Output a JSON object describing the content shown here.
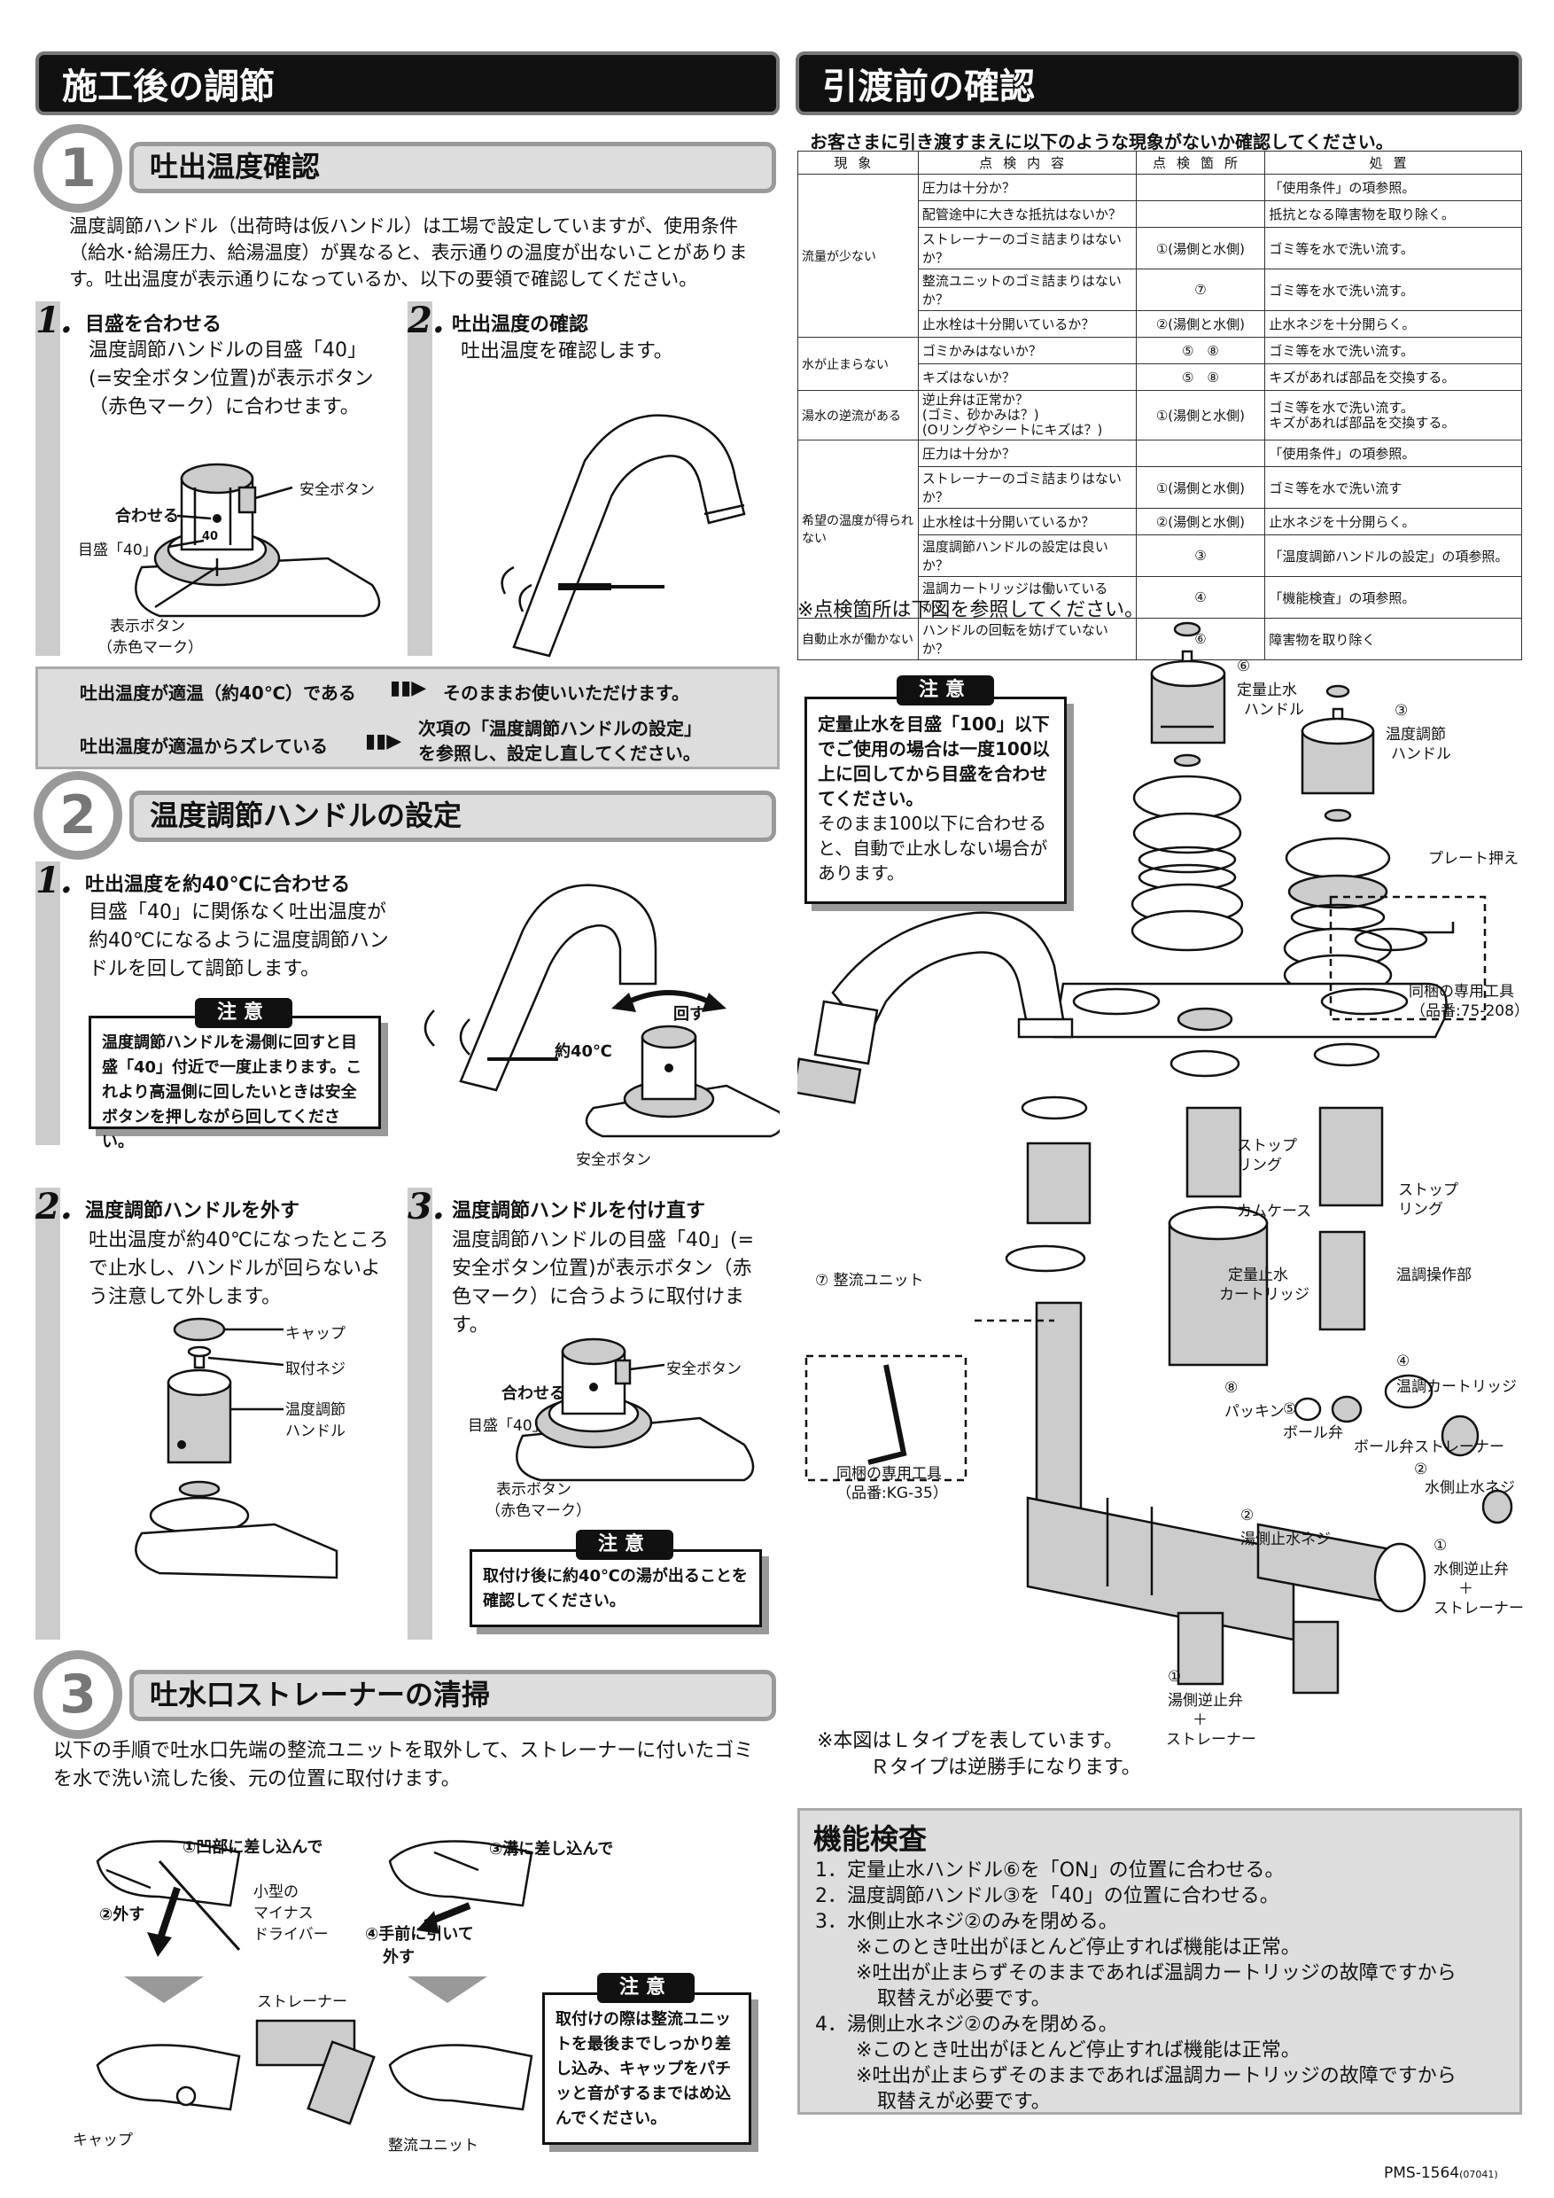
{
  "left_header": "施工後の調節",
  "right_header": "引渡前の確認",
  "sec1": {
    "num": "1",
    "title": "吐出温度確認",
    "intro": "温度調節ハンドル（出荷時は仮ハンドル）は工場で設定していますが、使用条件（給水･給湯圧力、給湯温度）が異なると、表示通りの温度が出ないことがあります。吐出温度が表示通りになっているか、以下の要領で確認してください。",
    "step1_no": "1.",
    "step1_title": "目盛を合わせる",
    "step1_text": "温度調節ハンドルの目盛「40」(=安全ボタン位置)が表示ボタン（赤色マーク）に合わせます。",
    "step2_no": "2.",
    "step2_title": "吐出温度の確認",
    "step2_text": "吐出温度を確認します。",
    "fig_awaseru": "合わせる",
    "fig_anzen": "安全ボタン",
    "fig_memori": "目盛「40」",
    "fig_hyouji": "表示ボタン",
    "fig_akairo": "（赤色マーク）",
    "fig_40": "40",
    "result1_l": "吐出温度が適温（約40℃）である",
    "result1_r": "そのままお使いいただけます。",
    "result2_l": "吐出温度が適温からズレている",
    "result2_r1": "次項の「温度調節ハンドルの設定」",
    "result2_r2": "を参照し、設定し直してください。"
  },
  "sec2": {
    "num": "2",
    "title": "温度調節ハンドルの設定",
    "step1_no": "1.",
    "step1_title": "吐出温度を約40℃に合わせる",
    "step1_text": "目盛「40」に関係なく吐出温度が約40℃になるように温度調節ハンドルを回して調節します。",
    "note_tag": "注意",
    "note_text": "温度調節ハンドルを湯側に回すと目盛「40」付近で一度止まります。これより高温側に回したいときは安全ボタンを押しながら回してください。",
    "fig_mawasu": "回す",
    "fig_yaku40": "約40℃",
    "fig_anzen": "安全ボタン",
    "step2_no": "2.",
    "step2_title": "温度調節ハンドルを外す",
    "step2_text": "吐出温度が約40℃になったところで止水し、ハンドルが回らないよう注意して外します。",
    "fig_cap": "キャップ",
    "fig_neji": "取付ネジ",
    "fig_handle1": "温度調節",
    "fig_handle2": "ハンドル",
    "step3_no": "3.",
    "step3_title": "温度調節ハンドルを付け直す",
    "step3_text": "温度調節ハンドルの目盛「40」(=安全ボタン位置)が表示ボタン（赤色マーク）に合うように取付けます。",
    "fig_awaseru": "合わせる",
    "fig_anzen2": "安全ボタン",
    "fig_memori": "目盛「40」",
    "fig_hyouji": "表示ボタン",
    "fig_akairo": "（赤色マーク）",
    "note2_tag": "注意",
    "note2_text": "取付け後に約40℃の湯が出ることを確認してください。"
  },
  "sec3": {
    "num": "3",
    "title": "吐水口ストレーナーの清掃",
    "intro": "以下の手順で吐水口先端の整流ユニットを取外して、ストレーナーに付いたゴミを水で洗い流した後、元の位置に取付けます。",
    "f_1": "①凹部に差し込んで",
    "f_2": "②外す",
    "f_driver1": "小型の",
    "f_driver2": "マイナス",
    "f_driver3": "ドライバー",
    "f_3": "③溝に差し込んで",
    "f_4a": "④手前に引いて",
    "f_4b": "外す",
    "f_strainer": "ストレーナー",
    "f_cap": "キャップ",
    "f_unit": "整流ユニット",
    "note_tag": "注意",
    "note_text": "取付けの際は整流ユニットを最後までしっかり差し込み、キャップをパチッと音がするまではめ込んでください。"
  },
  "check": {
    "lead": "お客さまに引き渡すまえに以下のような現象がないか確認してください。",
    "headers": [
      "現象",
      "点検内容",
      "点検箇所",
      "処置"
    ],
    "groups": [
      {
        "phen": "流量が少ない",
        "rows": [
          [
            "圧力は十分か？",
            "",
            "「使用条件」の項参照。"
          ],
          [
            "配管途中に大きな抵抗はないか？",
            "",
            "抵抗となる障害物を取り除く。"
          ],
          [
            "ストレーナーのゴミ詰まりはないか？",
            "①(湯側と水側)",
            "ゴミ等を水で洗い流す。"
          ],
          [
            "整流ユニットのゴミ詰まりはないか？",
            "⑦",
            "ゴミ等を水で洗い流す。"
          ],
          [
            "止水栓は十分開いているか？",
            "②(湯側と水側)",
            "止水ネジを十分開らく。"
          ]
        ]
      },
      {
        "phen": "水が止まらない",
        "rows": [
          [
            "ゴミかみはないか？",
            "⑤　⑧",
            "ゴミ等を水で洗い流す。"
          ],
          [
            "キズはないか？",
            "⑤　⑧",
            "キズがあれば部品を交換する。"
          ]
        ]
      },
      {
        "phen": "湯水の逆流がある",
        "rows": [
          [
            "逆止弁は正常か？\n(ゴミ、砂かみは？)\n(Oリングやシートにキズは？)",
            "①(湯側と水側)",
            "ゴミ等を水で洗い流す。\nキズがあれば部品を交換する。"
          ]
        ]
      },
      {
        "phen": "希望の温度が得られない",
        "rows": [
          [
            "圧力は十分か？",
            "",
            "「使用条件」の項参照。"
          ],
          [
            "ストレーナーのゴミ詰まりはないか？",
            "①(湯側と水側)",
            "ゴミ等を水で洗い流す"
          ],
          [
            "止水栓は十分開いているか？",
            "②(湯側と水側)",
            "止水ネジを十分開らく。"
          ],
          [
            "温度調節ハンドルの設定は良いか？",
            "③",
            "「温度調節ハンドルの設定」の項参照。"
          ],
          [
            "温調カートリッジは働いているか？",
            "④",
            "「機能検査」の項参照。"
          ]
        ]
      },
      {
        "phen": "自動止水が働かない",
        "rows": [
          [
            "ハンドルの回転を妨げていないか？",
            "⑥",
            "障害物を取り除く"
          ]
        ]
      }
    ],
    "foot": "※点検箇所は下図を参照してください。"
  },
  "diagram": {
    "note_tag": "注意",
    "note_bold": "定量止水を目盛「100」以下でご使用の場合は一度100以上に回してから目盛を合わせてください。",
    "note_plain": "そのまま100以下に合わせると、自動で止水しない場合があります。",
    "p6a": "⑥",
    "p6b": "定量止水",
    "p6c": "ハンドル",
    "p3a": "③",
    "p3b": "温度調節",
    "p3c": "ハンドル",
    "plate": "プレート押え",
    "tool1a": "同梱の専用工具",
    "tool1b": "（品番:75-208）",
    "stop1a": "ストップ",
    "stop1b": "リング",
    "stop2a": "ストップ",
    "stop2b": "リング",
    "cam": "カムケース",
    "teiryo1": "定量止水",
    "teiryo2": "カートリッジ",
    "ondo_sousa": "温調操作部",
    "p4a": "④",
    "p4b": "温調カートリッジ",
    "p7": "⑦ 整流ユニット",
    "p8a": "⑧",
    "p8b": "パッキン",
    "p5a": "⑤",
    "p5b": "ボール弁",
    "ball_strainer": "ボール弁ストレーナー",
    "p2w_a": "②",
    "p2w_b": "水側止水ネジ",
    "p2h_a": "②",
    "p2h_b": "湯側止水ネジ",
    "p1w_a": "①",
    "p1w_b": "水側逆止弁",
    "p1w_c": "＋",
    "p1w_d": "ストレーナー",
    "p1h_a": "①",
    "p1h_b": "湯側逆止弁",
    "p1h_c": "＋",
    "p1h_d": "ストレーナー",
    "tool2a": "同梱の専用工具",
    "tool2b": "（品番:KG-35）",
    "remark1": "※本図はＬタイプを表しています。",
    "remark2": "Ｒタイプは逆勝手になります。"
  },
  "func": {
    "title": "機能検査",
    "lines": [
      "1．定量止水ハンドル⑥を「ON」の位置に合わせる。",
      "2．温度調節ハンドル③を「40」の位置に合わせる。",
      "3．水側止水ネジ②のみを閉める。",
      "※このとき吐出がほとんど停止すれば機能は正常。",
      "※吐出が止まらずそのままであれば温調カートリッジの故障ですから",
      "取替えが必要です。",
      "4．湯側止水ネジ②のみを閉める。",
      "※このとき吐出がほとんど停止すれば機能は正常。",
      "※吐出が止まらずそのままであれば温調カートリッジの故障ですから",
      "取替えが必要です。"
    ]
  },
  "footer": {
    "code": "PMS-1564",
    "sub": "(07041)"
  }
}
